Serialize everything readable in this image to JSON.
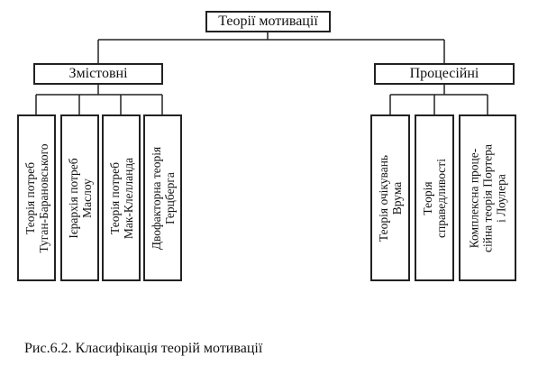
{
  "diagram": {
    "root": "Теорії мотивації",
    "groups": [
      {
        "title": "Змістовні",
        "items": [
          [
            "Теорія потреб",
            "Туган-Барановського"
          ],
          [
            "Ієрархія потреб",
            "Маслоу"
          ],
          [
            "Теорія потреб",
            "Мак-Клелланда"
          ],
          [
            "Двофакторна теорія",
            "Герцберга"
          ]
        ]
      },
      {
        "title": "Процесійні",
        "items": [
          [
            "Теорія очікувань",
            "Врума"
          ],
          [
            "Теорія",
            "справедливості"
          ],
          [
            "Комплексна проце-",
            "сійна теорія Портера",
            "і Лоулера"
          ]
        ]
      }
    ]
  },
  "caption": "Рис.6.2. Класифікація теорій мотивації"
}
